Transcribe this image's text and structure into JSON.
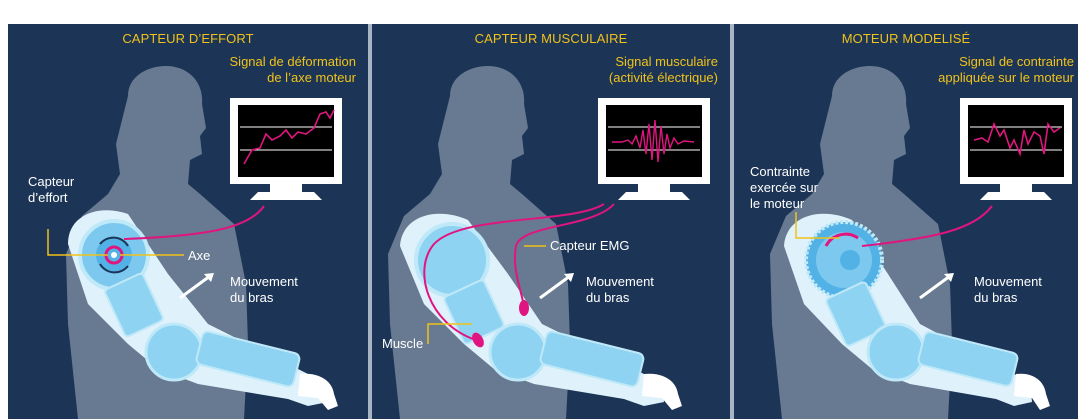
{
  "panels": [
    {
      "title": "CAPTEUR D’EFFORT",
      "signal_line1": "Signal de déformation",
      "signal_line2": "de l’axe moteur",
      "sensor_line1": "Capteur",
      "sensor_line2": "d’effort",
      "axe_label": "Axe",
      "movement_line1": "Mouvement",
      "movement_line2": "du bras"
    },
    {
      "title": "CAPTEUR MUSCULAIRE",
      "signal_line1": "Signal musculaire",
      "signal_line2": "(activité électrique)",
      "emg_label": "Capteur EMG",
      "movement_line1": "Mouvement",
      "movement_line2": "du bras",
      "muscle_label": "Muscle"
    },
    {
      "title": "MOTEUR MODELISÉ",
      "signal_line1": "Signal de contrainte",
      "signal_line2": "appliquée sur le moteur",
      "stress_line1": "Contrainte",
      "stress_line2": "exercée sur",
      "stress_line3": "le moteur",
      "movement_line1": "Mouvement",
      "movement_line2": "du bras"
    }
  ],
  "colors": {
    "panel_bg": "#1c3556",
    "silhouette": "#687a91",
    "title": "#f0c21b",
    "signal": "#e0157f",
    "prosthesis": "#8fd3f2",
    "label": "#ffffff"
  }
}
